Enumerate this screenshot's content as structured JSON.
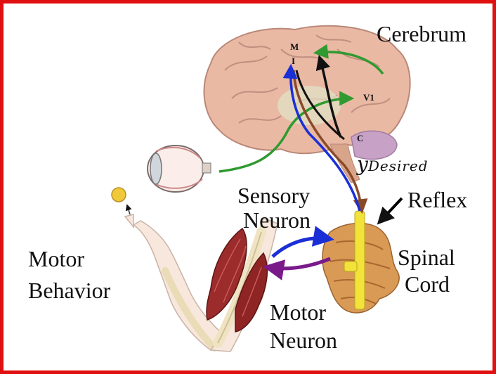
{
  "labels": {
    "cerebrum": "Cerebrum",
    "m": "M",
    "i": "I",
    "v1": "V1",
    "c": "C",
    "y_symbol": "y",
    "y_subscript": "Desired",
    "reflex": "Reflex",
    "sensory_line1": "Sensory",
    "sensory_line2": "Neuron",
    "spinal_line1": "Spinal",
    "spinal_line2": "Cord",
    "motor_behavior_line1": "Motor",
    "motor_behavior_line2": "Behavior",
    "motor_neuron_line1": "Motor",
    "motor_neuron_line2": "Neuron"
  },
  "colors": {
    "frame": "#e01010",
    "green_pathway": "#2f9a2f",
    "blue_pathway": "#1b2fd6",
    "black_pathway": "#111111",
    "brown_pathway": "#8a4a2a",
    "purple_pathway": "#7a1a8a",
    "brain": "#e9b9a4",
    "muscle": "#9c2b2b",
    "bone": "#efe3c2",
    "spine": "#d99a55",
    "cord": "#f2e23a"
  }
}
